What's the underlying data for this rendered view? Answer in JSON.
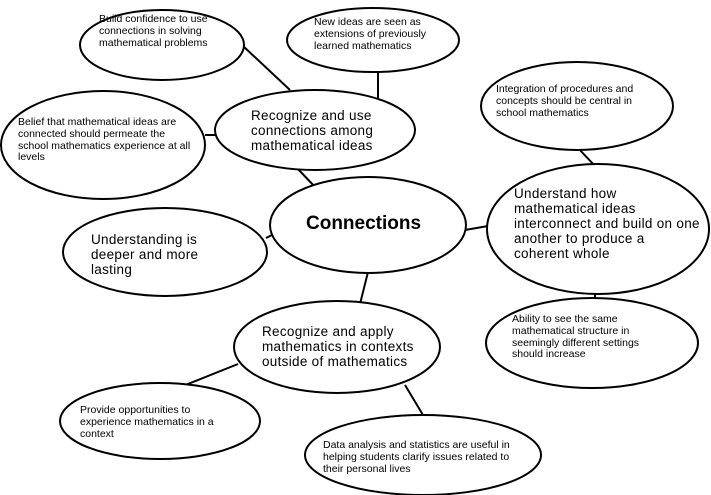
{
  "center": "Connections",
  "nodes": {
    "recognize_use": [
      "Recognize and use",
      "connections among",
      "mathematical ideas"
    ],
    "build_confidence": [
      "Build confidence to use",
      "connections in solving",
      "mathematical problems"
    ],
    "new_ideas": [
      "New ideas are seen as",
      "extensions of previously",
      "learned mathematics"
    ],
    "belief": [
      "Belief that mathematical ideas are",
      "connected should permeate the",
      "school mathematics experience at all",
      "levels"
    ],
    "integration": [
      "Integration of procedures and",
      "concepts should be central in",
      "school mathematics"
    ],
    "understand_how": [
      "Understand how",
      "mathematical ideas",
      "interconnect and build on one",
      "another to produce a",
      "coherent whole"
    ],
    "understanding_deeper": [
      "Understanding is",
      "deeper and more",
      "lasting"
    ],
    "ability": [
      "Ability to see the same",
      "mathematical structure in",
      "seemingly different settings",
      "should increase"
    ],
    "recognize_apply": [
      "Recognize and apply",
      "mathematics in contexts",
      "outside of mathematics"
    ],
    "provide": [
      "Provide opportunities to",
      "experience mathematics in a",
      "context"
    ],
    "data_analysis": [
      "Data analysis and statistics are useful in",
      "helping students clarify issues related to",
      "their personal lives"
    ]
  }
}
